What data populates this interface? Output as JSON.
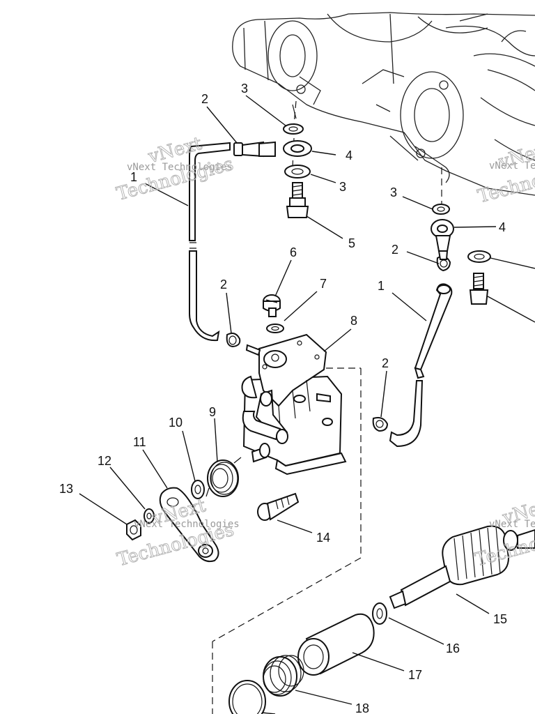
{
  "watermark": {
    "small": "vNext Technologies",
    "big_line1": "vNext",
    "big_line2": "Technologies"
  },
  "callouts": {
    "c1a": "1",
    "c1b": "1",
    "c2a": "2",
    "c2b": "2",
    "c2c": "2",
    "c2d": "2",
    "c3a": "3",
    "c3b": "3",
    "c3c": "3",
    "c4a": "4",
    "c4b": "4",
    "c5": "5",
    "c6": "6",
    "c7": "7",
    "c8": "8",
    "c9": "9",
    "c10": "10",
    "c11": "11",
    "c12": "12",
    "c13": "13",
    "c14": "14",
    "c15": "15",
    "c16": "16",
    "c17": "17",
    "c18": "18"
  }
}
